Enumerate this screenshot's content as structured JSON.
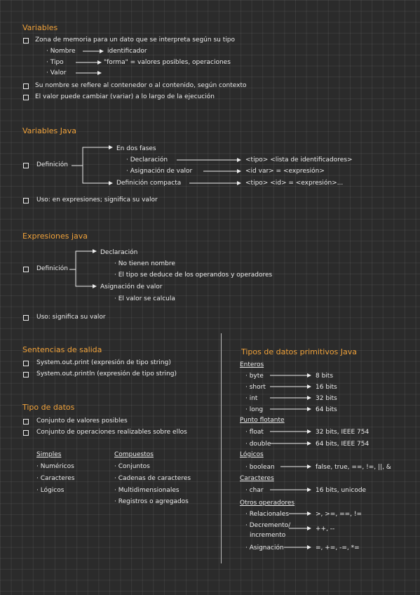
{
  "variables": {
    "title": "Variables",
    "b1": "Zona de memoria para un dato que se interpreta según su tipo",
    "nombre": "· Nombre",
    "nombre_v": "identificador",
    "tipo": "· Tipo",
    "tipo_v": "\"forma\" = valores posibles, operaciones",
    "valor": "· Valor",
    "b2": "Su nombre se refiere al contenedor o al contenido, según contexto",
    "b3": "El valor puede cambiar (variar) a lo largo de la ejecución"
  },
  "java": {
    "title": "Variables Java",
    "def": "Definición",
    "fases": "En dos fases",
    "decl": "· Declaración",
    "decl_v": "<tipo> <lista de identificadores>",
    "asig": "· Asignación de valor",
    "asig_v": "<id var> = <expresión>",
    "comp": "Definición compacta",
    "comp_v": "<tipo> <id> = <expresión>...",
    "uso": "Uso: en expresiones; significa su valor"
  },
  "expr": {
    "title": "Expresiones java",
    "def": "Definición",
    "decl": "Declaración",
    "n1": "· No tienen nombre",
    "n2": "· El tipo se deduce de los operandos y operadores",
    "asig": "Asignación de valor",
    "n3": "· El valor se calcula",
    "uso": "Uso: significa su valor"
  },
  "salida": {
    "title": "Sentencias de salida",
    "s1": "System.out.print (expresión de tipo string)",
    "s2": "System.out.println (expresión de tipo string)"
  },
  "tipo": {
    "title": "Tipo de datos",
    "b1": "Conjunto de valores posibles",
    "b2": "Conjunto de operaciones realizables sobre ellos",
    "simples": "Simples",
    "s1": "· Numéricos",
    "s2": "· Caracteres",
    "s3": "· Lógicos",
    "compuestos": "Compuestos",
    "c1": "· Conjuntos",
    "c2": "· Cadenas de caracteres",
    "c3": "· Multidimensionales",
    "c4": "· Registros o agregados"
  },
  "prim": {
    "title": "Tipos de datos primitivos Java",
    "enteros": "Enteros",
    "byte": "· byte",
    "byte_v": "8 bits",
    "short": "· short",
    "short_v": "16 bits",
    "int": "· int",
    "int_v": "32 bits",
    "long": "· long",
    "long_v": "64 bits",
    "flotante": "Punto flotante",
    "float": "· float",
    "float_v": "32 bits, IEEE 754",
    "double": "· double",
    "double_v": "64 bits, IEEE 754",
    "logicos": "Lógicos",
    "boolean": "· boolean",
    "boolean_v": "false, true, ==, !=, ||, &",
    "caracteres": "Caracteres",
    "char": "· char",
    "char_v": "16 bits, unicode",
    "otros": "Otros operadores",
    "rel": "· Relacionales",
    "rel_v": ">, >=, ==, !=",
    "dec1": "· Decremento/",
    "dec2": "incremento",
    "dec_v": "++, --",
    "asig": "· Asignación",
    "asig_v": "=, +=, -=, *="
  }
}
